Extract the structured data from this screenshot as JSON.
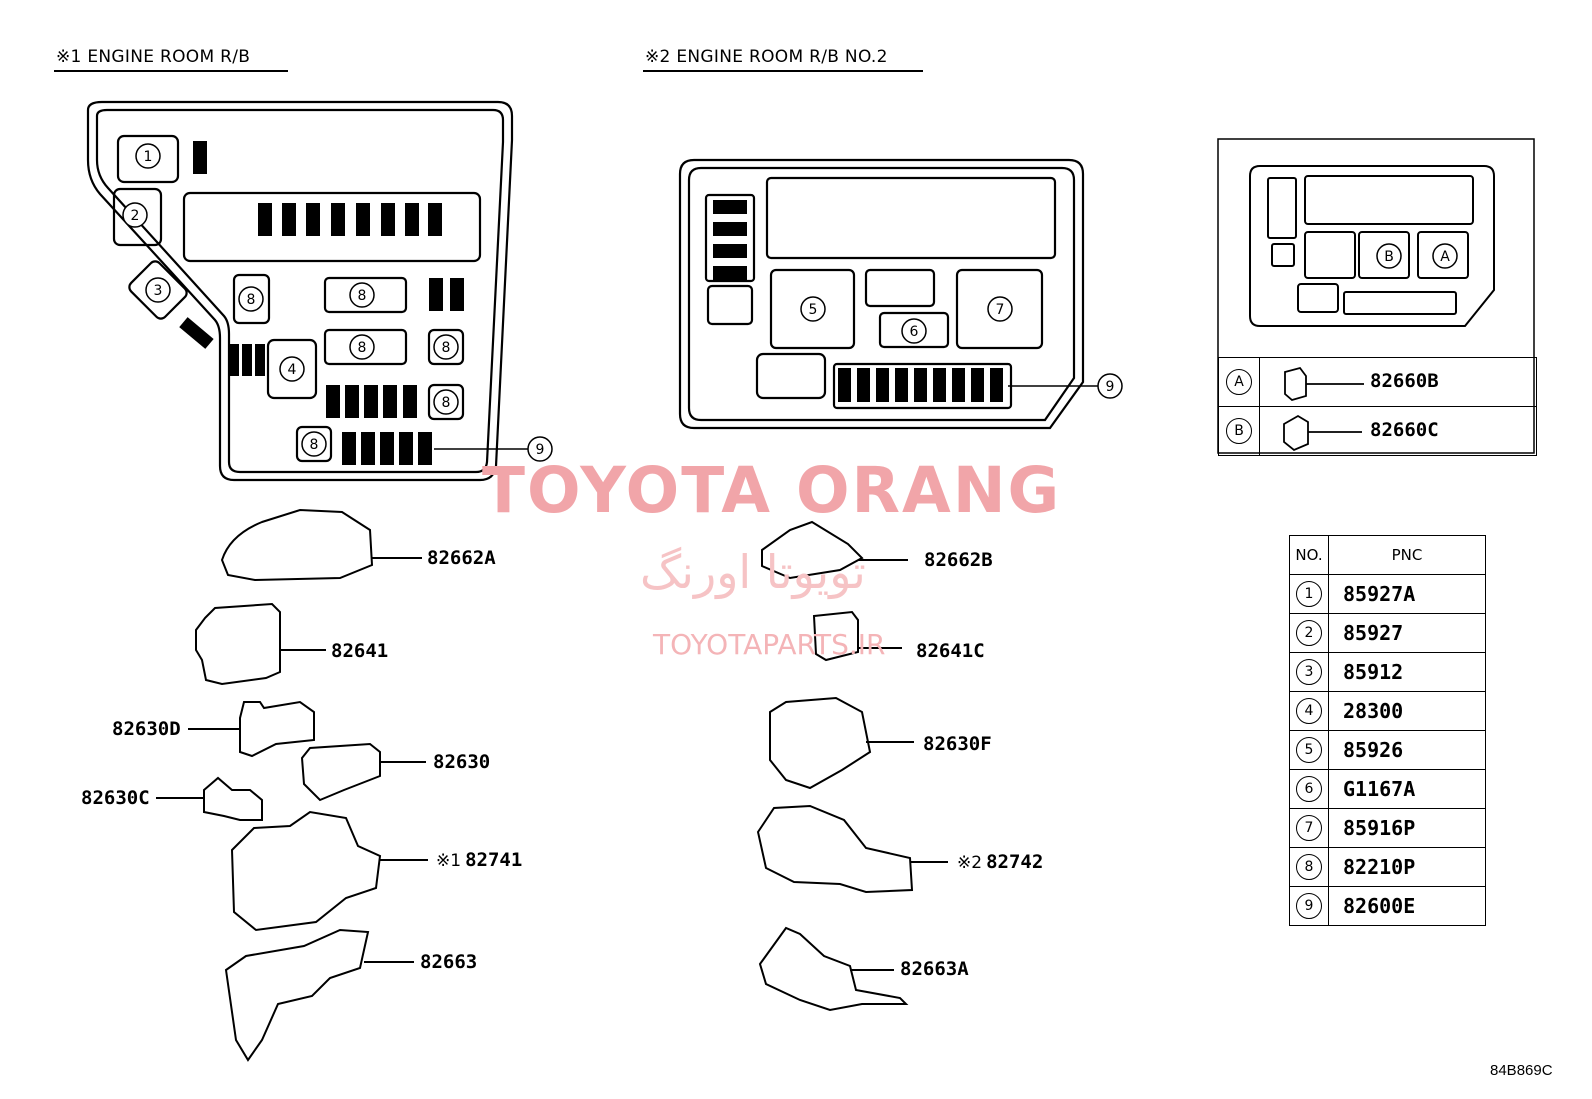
{
  "titles": {
    "left": "※1 ENGINE ROOM R/B",
    "middle": "※2 ENGINE ROOM R/B   NO.2"
  },
  "box1_circles": [
    "1",
    "2",
    "3",
    "4",
    "8",
    "8",
    "8",
    "8",
    "8",
    "8",
    "9"
  ],
  "box2_circles": [
    "5",
    "6",
    "7",
    "9"
  ],
  "connector_box": {
    "circles": [
      "B",
      "A"
    ],
    "rows": [
      {
        "key": "A",
        "pnc": "82660B"
      },
      {
        "key": "B",
        "pnc": "82660C"
      }
    ]
  },
  "labels_left": {
    "p1": "82662A",
    "p2": "82641",
    "p3": "82630D",
    "p4": "82630",
    "p5": "82630C",
    "p6_mark": "※1",
    "p6": "82741",
    "p7": "82663"
  },
  "labels_middle": {
    "p1": "82662B",
    "p2": "82641C",
    "p3": "82630F",
    "p4_mark": "※2",
    "p4": "82742",
    "p5": "82663A"
  },
  "pnc_table": {
    "header_no": "NO.",
    "header_pnc": "PNC",
    "rows": [
      {
        "no": "1",
        "pnc": "85927A"
      },
      {
        "no": "2",
        "pnc": "85927"
      },
      {
        "no": "3",
        "pnc": "85912"
      },
      {
        "no": "4",
        "pnc": "28300"
      },
      {
        "no": "5",
        "pnc": "85926"
      },
      {
        "no": "6",
        "pnc": "G1167A"
      },
      {
        "no": "7",
        "pnc": "85916P"
      },
      {
        "no": "8",
        "pnc": "82210P"
      },
      {
        "no": "9",
        "pnc": "82600E"
      }
    ]
  },
  "watermark": {
    "main": "TOYOTA ORANG",
    "farsi": "تویوتا اورنگ",
    "url": "TOYOTAPARTS.IR",
    "color": "#f1a5a9"
  },
  "diagram_code": "84B869C"
}
